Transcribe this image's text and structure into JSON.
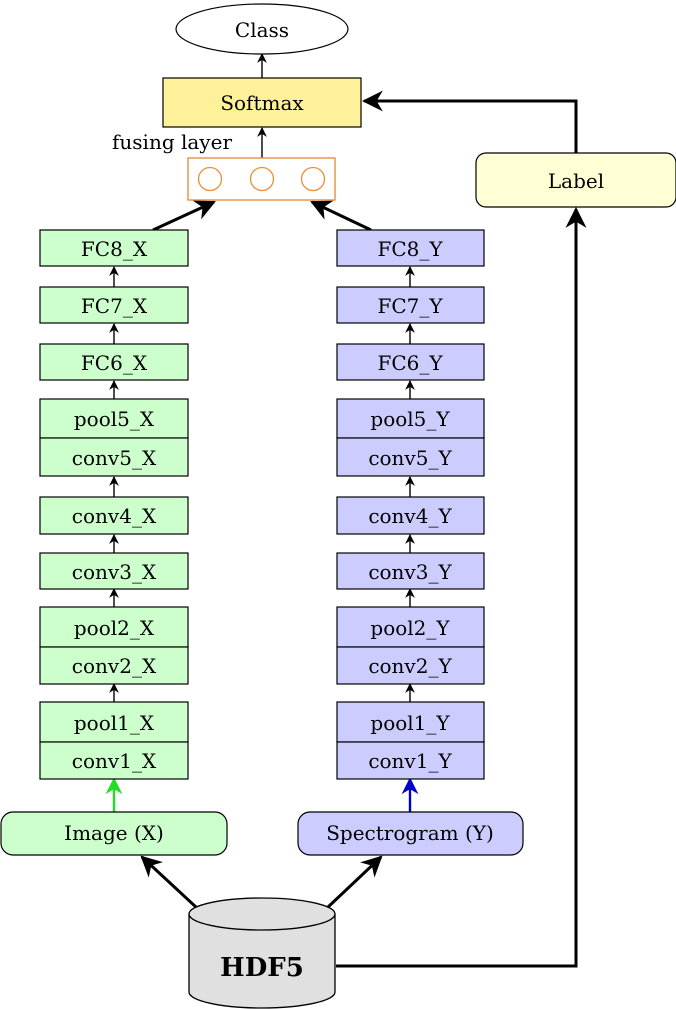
{
  "colors": {
    "x_branch_fill": "#ccffcc",
    "y_branch_fill": "#ccccff",
    "softmax_fill": "#fff199",
    "label_fill": "#ffffd6",
    "fusing_stroke": "#e8903a",
    "hdf5_fill": "#e0e0e0",
    "image_arrow": "#22dd22",
    "spectrogram_arrow": "#0000cc"
  },
  "nodes": {
    "class": "Class",
    "softmax": "Softmax",
    "fusing_layer": "fusing layer",
    "label": "Label",
    "image": "Image (X)",
    "spectrogram": "Spectrogram (Y)",
    "hdf5": "HDF5"
  },
  "x_branch": {
    "fc8": "FC8_X",
    "fc7": "FC7_X",
    "fc6": "FC6_X",
    "pool5": "pool5_X",
    "conv5": "conv5_X",
    "conv4": "conv4_X",
    "conv3": "conv3_X",
    "pool2": "pool2_X",
    "conv2": "conv2_X",
    "pool1": "pool1_X",
    "conv1": "conv1_X"
  },
  "y_branch": {
    "fc8": "FC8_Y",
    "fc7": "FC7_Y",
    "fc6": "FC6_Y",
    "pool5": "pool5_Y",
    "conv5": "conv5_Y",
    "conv4": "conv4_Y",
    "conv3": "conv3_Y",
    "pool2": "pool2_Y",
    "conv2": "conv2_Y",
    "pool1": "pool1_Y",
    "conv1": "conv1_Y"
  }
}
